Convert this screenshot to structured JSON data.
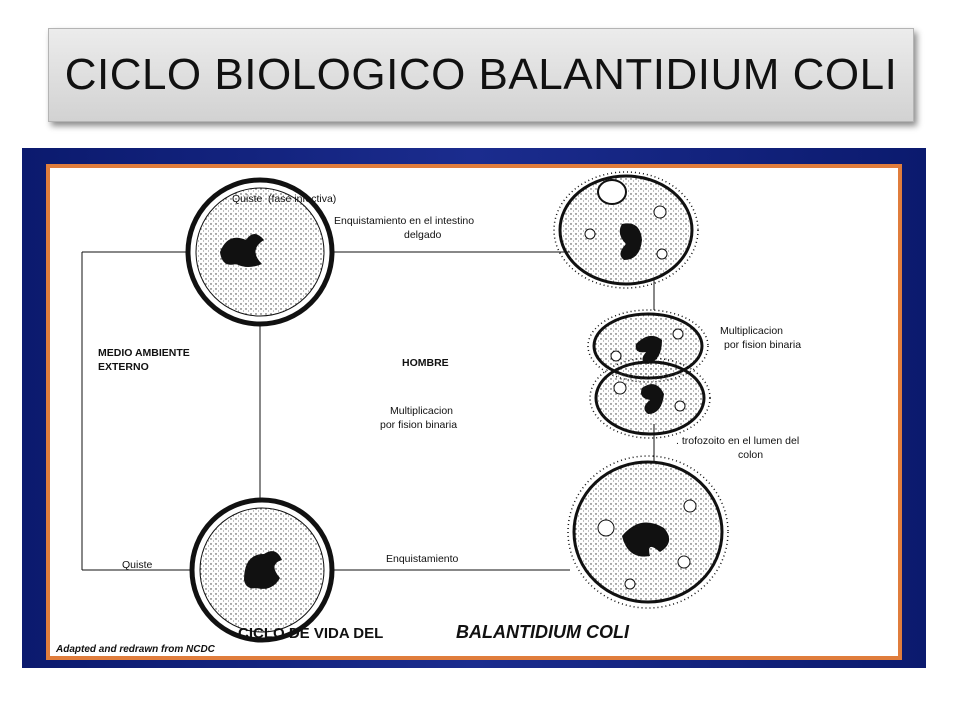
{
  "slide": {
    "title": "CICLO BIOLOGICO BALANTIDIUM COLI"
  },
  "diagram": {
    "labels": {
      "quiste_top": "Quiste",
      "fase_infectiva": "(fase infectiva)",
      "enquistamiento_intestino_1": "Enquistamiento  en el intestino",
      "enquistamiento_intestino_2": "delgado",
      "medio_ambiente_1": "MEDIO AMBIENTE",
      "medio_ambiente_2": "EXTERNO",
      "hombre": "HOMBRE",
      "multiplicacion_center_1": "Multiplicacion",
      "multiplicacion_center_2": "por fision binaria",
      "multiplicacion_right_1": "Multiplicacion",
      "multiplicacion_right_2": "por fision binaria",
      "trofozoito_1": ". trofozoito en el lumen del",
      "trofozoito_2": "colon",
      "quiste_bottom": "Quiste",
      "enquistamiento_bottom": "Enquistamiento"
    },
    "caption": {
      "prefix": "CICLO DE VIDA DEL",
      "species": "BALANTIDIUM COLI"
    },
    "credit": "Adapted and redrawn from NCDC"
  },
  "colors": {
    "title_bg": "#dcdcdc",
    "panel_blue": "#1b2c8e",
    "frame_orange": "#e07d3c",
    "ink": "#111111"
  }
}
